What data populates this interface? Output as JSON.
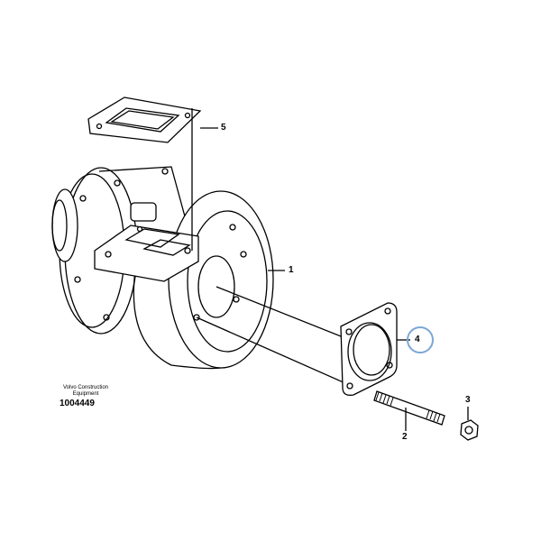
{
  "diagram": {
    "caption_line1": "Volvo Construction",
    "caption_line2": "Equipment",
    "illustration_number": "1004449",
    "callouts": [
      {
        "id": "1",
        "label": "1"
      },
      {
        "id": "2",
        "label": "2"
      },
      {
        "id": "3",
        "label": "3"
      },
      {
        "id": "4",
        "label": "4",
        "highlighted": true
      },
      {
        "id": "5",
        "label": "5"
      }
    ],
    "highlight_color": "#7aa7d6"
  }
}
